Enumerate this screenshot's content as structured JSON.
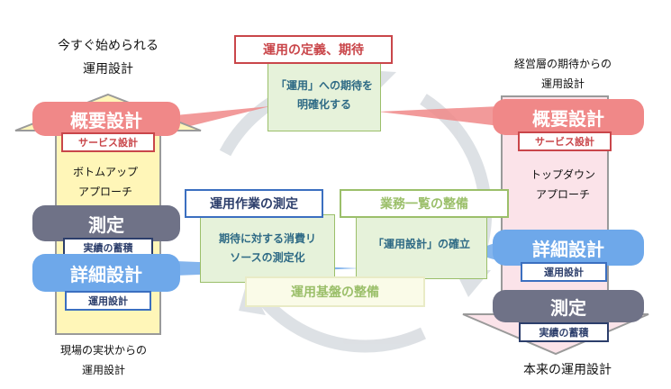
{
  "left": {
    "top_caption": [
      "今すぐ始められる",
      "運用設計"
    ],
    "overview": "概要設計",
    "overview_tag": "サービス設計",
    "approach": [
      "ボトムアップ",
      "アプローチ"
    ],
    "measure": "測定",
    "measure_tag": "実績の蓄積",
    "detail": "詳細設計",
    "detail_tag": "運用設計",
    "bottom_caption": [
      "現場の実状からの",
      "運用設計"
    ]
  },
  "right": {
    "top_caption": [
      "経営層の期待からの",
      "運用設計"
    ],
    "overview": "概要設計",
    "overview_tag": "サービス設計",
    "approach": [
      "トップダウン",
      "アプローチ"
    ],
    "detail": "詳細設計",
    "detail_tag": "運用設計",
    "measure": "測定",
    "measure_tag": "実績の蓄積",
    "bottom_caption": "本来の運用設計"
  },
  "center": {
    "definition_title": "運用の定義、期待",
    "definition_body": [
      "「運用」への期待を",
      "明確化する"
    ],
    "measurement_title": "運用作業の測定",
    "measurement_body": [
      "期待に対する消費リ",
      "ソースの測定化"
    ],
    "catalog_title": "業務一覧の整備",
    "catalog_body": "「運用設計」の確立",
    "infra_title": "運用基盤の整備"
  },
  "colors": {
    "red": "#c9464a",
    "red_pill": "#f08888",
    "blue": "#3b6fc0",
    "blue_pill": "#6ea8ea",
    "navy": "#2c3e6b",
    "measure_pill": "#6f7287",
    "green": "#9bbf6a",
    "green_fill": "#e6f2da",
    "yellow_fill": "#fff6b8",
    "pink_fill": "#fbe3e9"
  }
}
